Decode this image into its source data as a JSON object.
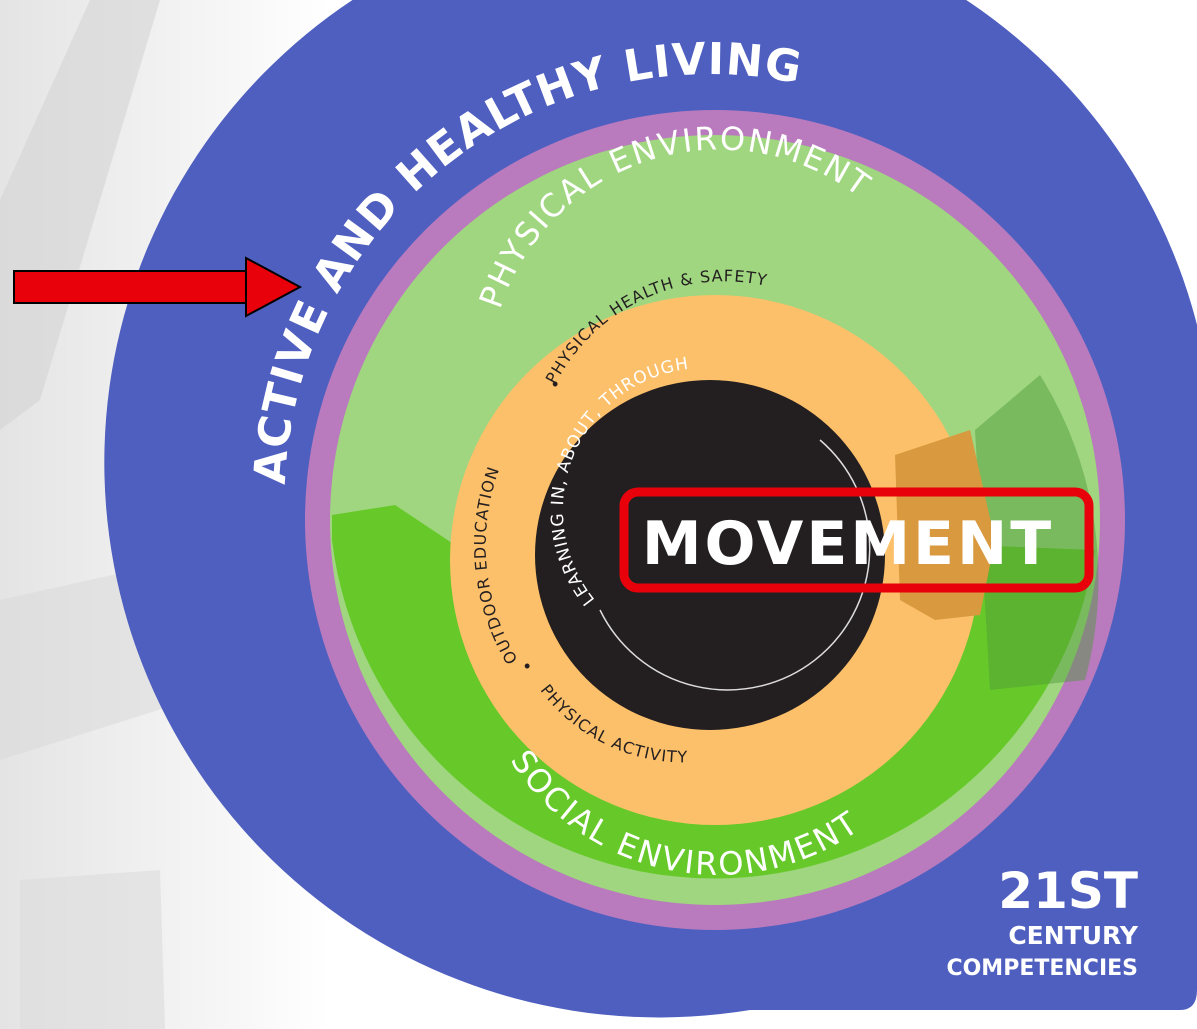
{
  "diagram": {
    "outer_ring_label": "ACTIVE AND HEALTHY LIVING",
    "physical_environment_label": "PHYSICAL ENVIRONMENT",
    "social_environment_label": "SOCIAL ENVIRONMENT",
    "health_safety_label": "PHYSICAL HEALTH & SAFETY",
    "outdoor_education_label": "OUTDOOR EDUCATION",
    "physical_activity_label": "PHYSICAL ACTIVITY",
    "learning_label": "LEARNING IN, ABOUT, THROUGH",
    "center_label": "MOVEMENT",
    "bullet": "•",
    "competency_line1": "21ST",
    "competency_line2": "CENTURY",
    "competency_line3": "COMPETENCIES"
  },
  "colors": {
    "outer_blue": "#4f5fc0",
    "purple_ring": "#b97bbd",
    "light_green": "#9fd67f",
    "bright_green": "#66c929",
    "orange": "#fdc06a",
    "dark_orange": "#d9993e",
    "center_black": "#231f20",
    "highlight_red": "#e8000b",
    "arrow_red": "#e8000b"
  },
  "annotations": {
    "arrow_icon": "right-arrow-icon",
    "highlight_box": "highlight-rectangle"
  }
}
